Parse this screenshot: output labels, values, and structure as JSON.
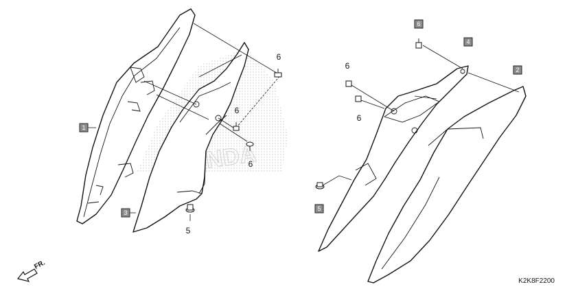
{
  "diagram": {
    "drawing_code": "K2K8F2200",
    "front_indicator": "FR.",
    "callouts": {
      "part_1": "1",
      "part_2": "2",
      "part_3": "3",
      "part_4": "4",
      "part_5_left": "5",
      "part_5_right": "5",
      "part_6_right_boxed": "6",
      "part_6_a": "6",
      "part_6_b": "6",
      "part_6_c": "6",
      "part_6_d": "6",
      "part_6_e": "6"
    },
    "colors": {
      "line": "#111111",
      "label_box": "#8c8c8c",
      "watermark": "#cfcfcf"
    }
  }
}
